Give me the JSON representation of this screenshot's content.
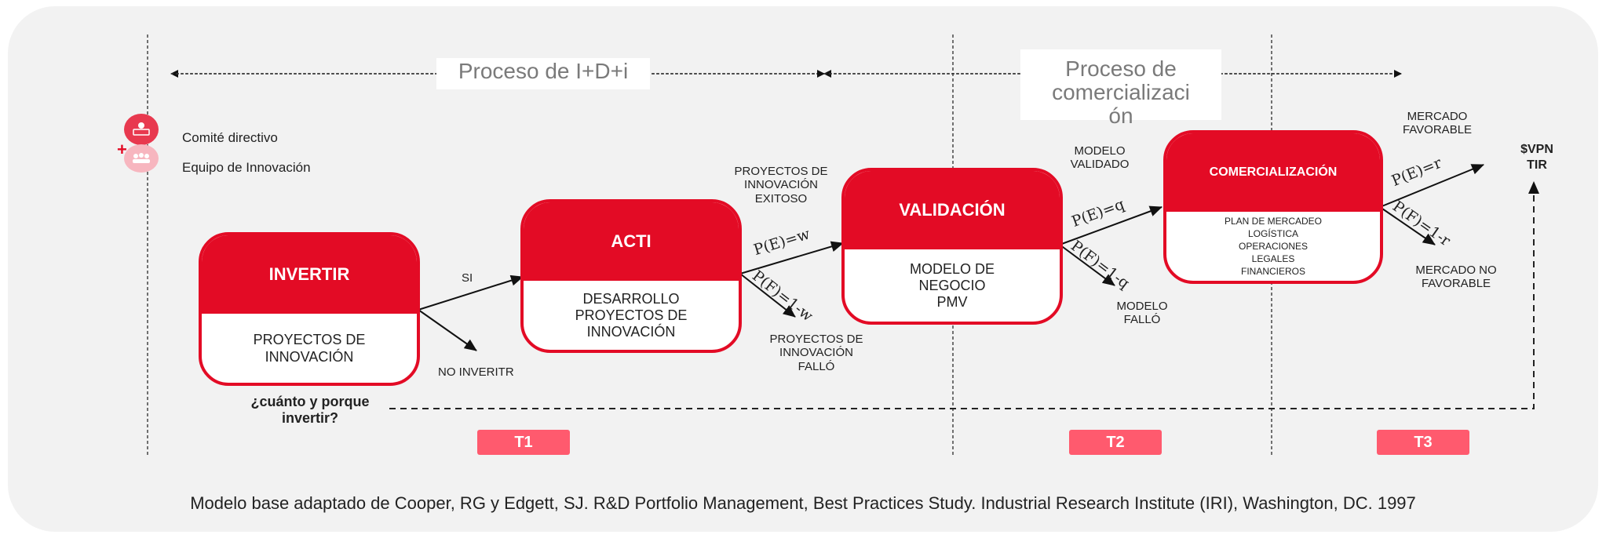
{
  "phases": {
    "rd": "Proceso de I+D+i",
    "commercial_lines": [
      "Proceso de",
      "comercializaci",
      "ón"
    ]
  },
  "legend": {
    "item1": "Comité directivo",
    "item2": "Equipo de Innovación",
    "plus": "+",
    "icon1": "committee-icon",
    "icon2": "team-icon"
  },
  "boxes": {
    "invertir": {
      "title": "INVERTIR",
      "lines": [
        "PROYECTOS DE",
        "INNOVACIÓN"
      ]
    },
    "acti": {
      "title": "ACTI",
      "lines": [
        "DESARROLLO",
        "PROYECTOS DE",
        "INNOVACIÓN"
      ]
    },
    "validacion": {
      "title": "VALIDACIÓN",
      "lines": [
        "MODELO DE",
        "NEGOCIO",
        "PMV"
      ]
    },
    "comercializacion": {
      "title": "COMERCIALIZACIÓN",
      "lines": [
        "PLAN DE MERCADEO",
        "LOGÍSTICA",
        "OPERACIONES",
        "LEGALES",
        "FINANCIEROS"
      ]
    }
  },
  "labels": {
    "si": "SI",
    "no_invertir": "NO INVERITR",
    "question_lines": [
      "¿cuánto y porque",
      "invertir?"
    ],
    "exitosos_lines": [
      "PROYECTOS DE",
      "INNOVACIÓN",
      "EXITOSO"
    ],
    "fallo_lines": [
      "PROYECTOS DE",
      "INNOVACIÓN",
      "FALLÓ"
    ],
    "validado_lines": [
      "MODELO",
      "VALIDADO"
    ],
    "modelo_fallo_lines": [
      "MODELO",
      "FALLÓ"
    ],
    "favorable_lines": [
      "MERCADO",
      "FAVORABLE"
    ],
    "no_favorable_lines": [
      "MERCADO NO",
      "FAVORABLE"
    ],
    "vpn": "$VPN",
    "tir": "TIR"
  },
  "probabilities": {
    "e_w": "P(E)=w",
    "f_w": "P(F)=1-w",
    "e_q": "P(E)=q",
    "f_q": "P(F)=1-q",
    "e_r": "P(E)=r",
    "f_r": "P(F)=1-r"
  },
  "timeline": [
    "T1",
    "T2",
    "T3"
  ],
  "footer": "Modelo base adaptado de Cooper, RG y Edgett, SJ. R&D Portfolio Management, Best Practices Study. Industrial Research Institute (IRI), Washington, DC. 1997",
  "colors": {
    "primary": "#e30b25",
    "badge": "#ff5a6e",
    "background": "#f2f2f2"
  }
}
